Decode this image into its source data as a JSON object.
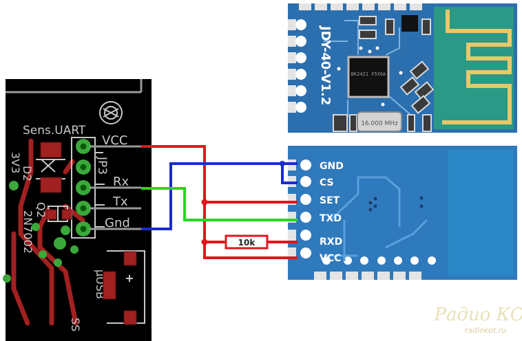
{
  "pcb": {
    "header_label": "Sens.UART",
    "pins": [
      "VCC",
      "Rx",
      "Tx",
      "Gnd"
    ],
    "jumper_label": "JP3",
    "diode_label": "D2",
    "voltage_label": "3V3",
    "transistor_label": "Q2",
    "transistor_part": "2N7002",
    "usb_label": "µUSB",
    "edge_text": "SS"
  },
  "module_top": {
    "name": "JDY-40-V1.2",
    "crystal": "16.000 MHz",
    "chip_marking": "BK2421 F5X6A"
  },
  "module_bottom": {
    "pins": [
      "GND",
      "CS",
      "SET",
      "TXD",
      "RXD",
      "VCC"
    ]
  },
  "resistor": {
    "label": "10k"
  },
  "watermark": {
    "title": "Радио КОТ",
    "url": "radiokot.ru"
  },
  "colors": {
    "pcb_bg": "#000000",
    "copper": "#9e1f1f",
    "module_blue": "#2e72b0",
    "antenna": "#2a9a86",
    "wire_red": "#e0161b",
    "wire_blue": "#1a2ccc",
    "wire_green": "#25d820",
    "pad_green": "#3aa83a"
  }
}
